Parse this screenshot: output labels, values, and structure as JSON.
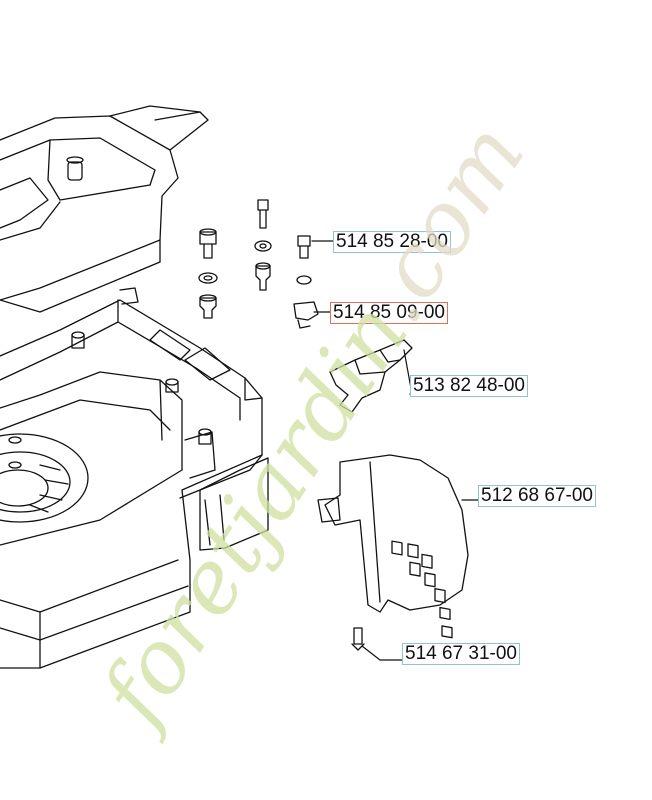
{
  "parts": [
    {
      "id": "p1",
      "number": "514 85 28-00",
      "selected": false
    },
    {
      "id": "p2",
      "number": "514 85 09-00",
      "selected": true
    },
    {
      "id": "p3",
      "number": "513 82 48-00",
      "selected": false
    },
    {
      "id": "p4",
      "number": "512 68 67-00",
      "selected": false
    },
    {
      "id": "p5",
      "number": "514 67 31-00",
      "selected": false
    }
  ],
  "watermark": {
    "site": "foretjardin",
    "tld": ".com"
  },
  "colors": {
    "label_border": "#8fc4d8",
    "selected_border": "#e0705a",
    "watermark_green": "#cfe0a0",
    "watermark_grey": "#e4dcc8"
  }
}
